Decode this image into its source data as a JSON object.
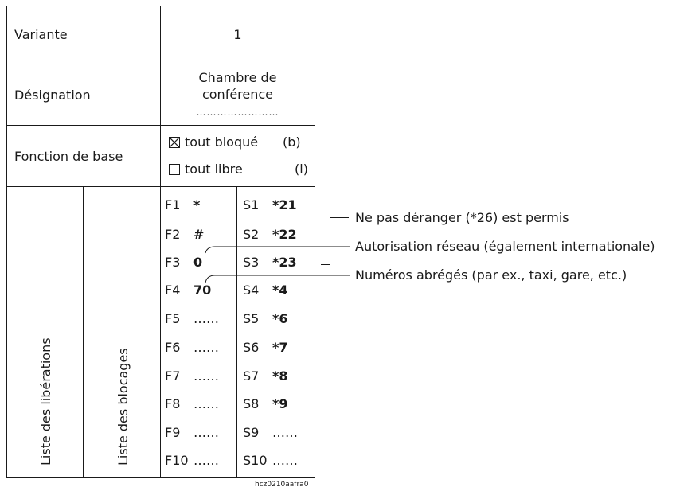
{
  "table": {
    "variante_label": "Variante",
    "variante_value": "1",
    "designation_label": "Désignation",
    "designation_line1": "Chambre de",
    "designation_line2": "conférence",
    "designation_dots": "……………………",
    "fonction_label": "Fonction de base",
    "opt_bloque_label": "tout bloqué",
    "opt_bloque_code": "(b)",
    "opt_bloque_checked": true,
    "opt_libre_label": "tout libre",
    "opt_libre_code": "(l)",
    "opt_libre_checked": false,
    "liberations_label": "Liste des libérations",
    "blocages_label": "Liste des blocages"
  },
  "f_rows": [
    {
      "key": "F1",
      "value": "*"
    },
    {
      "key": "F2",
      "value": "#"
    },
    {
      "key": "F3",
      "value": "0"
    },
    {
      "key": "F4",
      "value": "70"
    },
    {
      "key": "F5",
      "value": "……"
    },
    {
      "key": "F6",
      "value": "……"
    },
    {
      "key": "F7",
      "value": "……"
    },
    {
      "key": "F8",
      "value": "……"
    },
    {
      "key": "F9",
      "value": "……"
    },
    {
      "key": "F10",
      "value": "……"
    }
  ],
  "s_rows": [
    {
      "key": "S1",
      "value": "*21"
    },
    {
      "key": "S2",
      "value": "*22"
    },
    {
      "key": "S3",
      "value": "*23"
    },
    {
      "key": "S4",
      "value": "*4"
    },
    {
      "key": "S5",
      "value": "*6"
    },
    {
      "key": "S6",
      "value": "*7"
    },
    {
      "key": "S7",
      "value": "*8"
    },
    {
      "key": "S8",
      "value": "*9"
    },
    {
      "key": "S9",
      "value": "……"
    },
    {
      "key": "S10",
      "value": "……"
    }
  ],
  "annotations": {
    "note1": "Ne pas déranger (*26) est permis",
    "note2": "Autorisation réseau (également internationale)",
    "note3": "Numéros abrégés (par ex., taxi, gare, etc.)"
  },
  "figure_id": "hcz0210aafra0"
}
